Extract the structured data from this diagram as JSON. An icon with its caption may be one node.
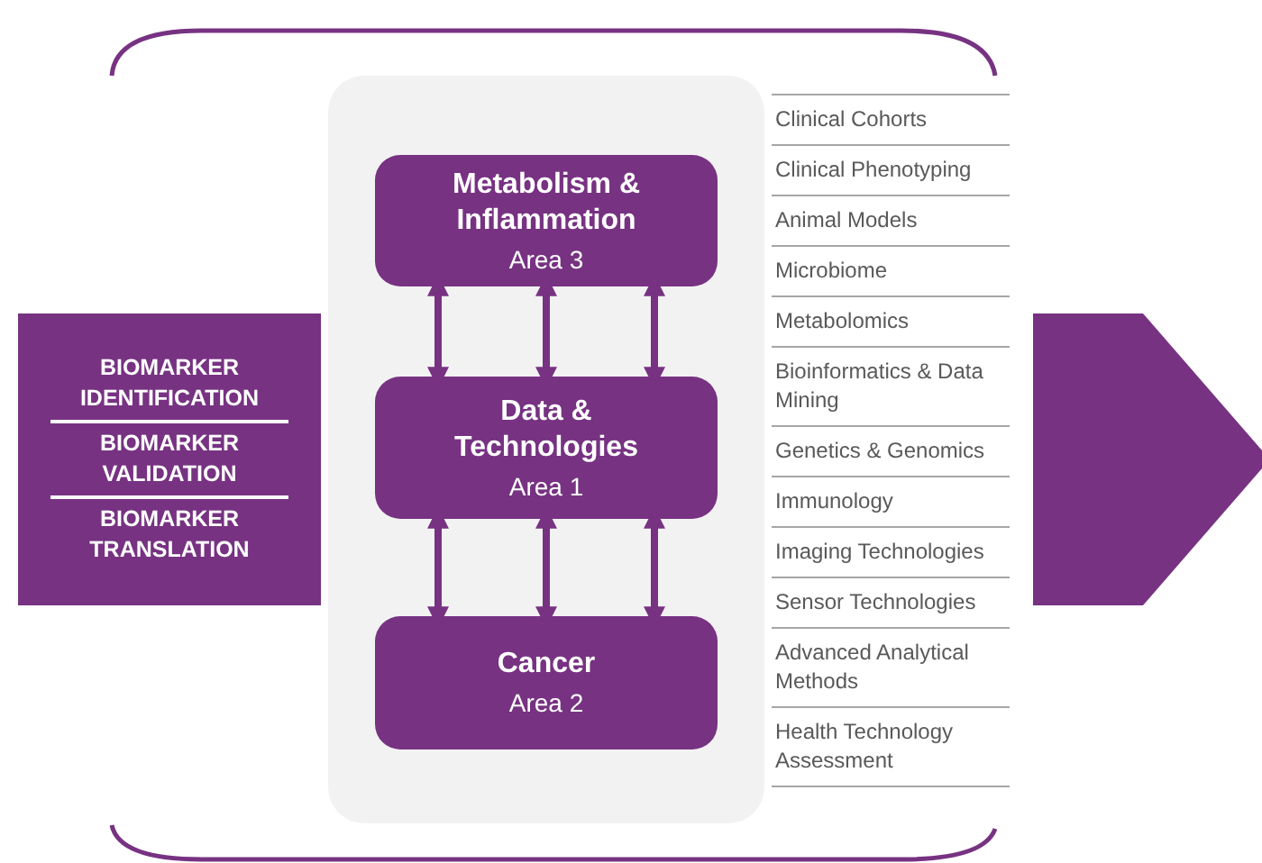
{
  "diagram": {
    "nodes": [
      {
        "text": [
          "BIOMARKER IDENTIFICATION",
          "BIOMARKER VALIDATION",
          "BIOMARKER TRANSLATION"
        ]
      },
      {
        "text": [],
        "shape": "box"
      },
      {
        "text": [
          "Metabolism & Inflammation",
          "Area 3"
        ],
        "in": 1
      },
      {
        "text": [
          "Data & Technologies",
          "Area 1"
        ],
        "in": 1
      },
      {
        "text": [
          "Cancer",
          "Area 2"
        ],
        "in": 1
      }
    ],
    "edges": [
      {
        "from": 2,
        "to": 3,
        "arrow": "both"
      },
      {
        "from": 2,
        "to": 3,
        "arrow": "both"
      },
      {
        "from": 2,
        "to": 3,
        "arrow": "both"
      },
      {
        "from": 3,
        "to": 4,
        "arrow": "both"
      },
      {
        "from": 3,
        "to": 4,
        "arrow": "both"
      },
      {
        "from": 3,
        "to": 4,
        "arrow": "both"
      }
    ],
    "labels": [
      "Clinical Cohorts",
      "Clinical Phenotyping",
      "Animal Models",
      "Microbiome",
      "Metabolomics",
      "Bioinformatics & Data Mining",
      "Genetics & Genomics",
      "Immunology",
      "Imaging Technologies",
      "Sensor Technologies",
      "Advanced Analytical Methods",
      "Health Technology Assessment"
    ]
  }
}
